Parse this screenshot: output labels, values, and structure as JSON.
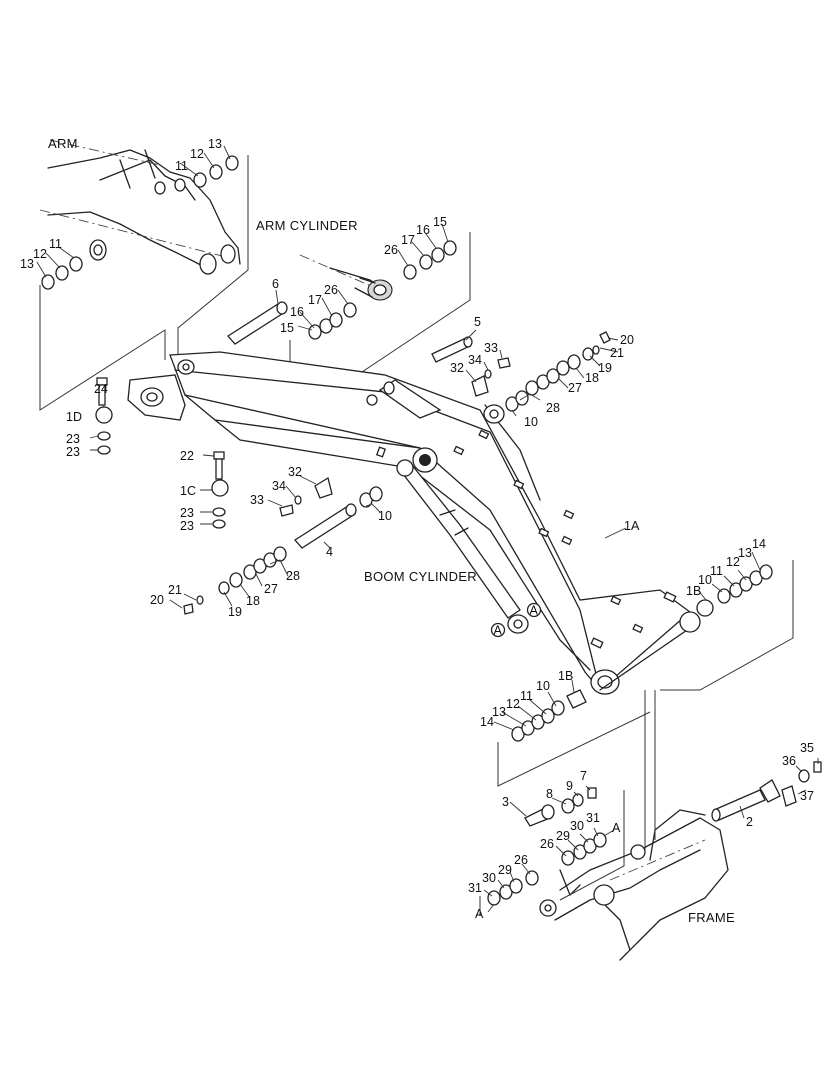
{
  "titles": {
    "arm": "ARM",
    "arm_cylinder": "ARM CYLINDER",
    "boom_cylinder": "BOOM CYLINDER",
    "frame": "FRAME"
  },
  "callouts": {
    "n1A": "1A",
    "n1B": "1B",
    "n1C": "1C",
    "n1D": "1D",
    "n2": "2",
    "n3": "3",
    "n4": "4",
    "n5": "5",
    "n6": "6",
    "n7": "7",
    "n8": "8",
    "n9": "9",
    "n10": "10",
    "n11": "11",
    "n12": "12",
    "n13": "13",
    "n14": "14",
    "n15": "15",
    "n16": "16",
    "n17": "17",
    "n18": "18",
    "n19": "19",
    "n20": "20",
    "n21": "21",
    "n22": "22",
    "n23": "23",
    "n24": "24",
    "n26": "26",
    "n27": "27",
    "n28": "28",
    "n29": "29",
    "n30": "30",
    "n31": "31",
    "n32": "32",
    "n33": "33",
    "n34": "34",
    "n35": "35",
    "n36": "36",
    "n37": "37",
    "A": "A"
  }
}
